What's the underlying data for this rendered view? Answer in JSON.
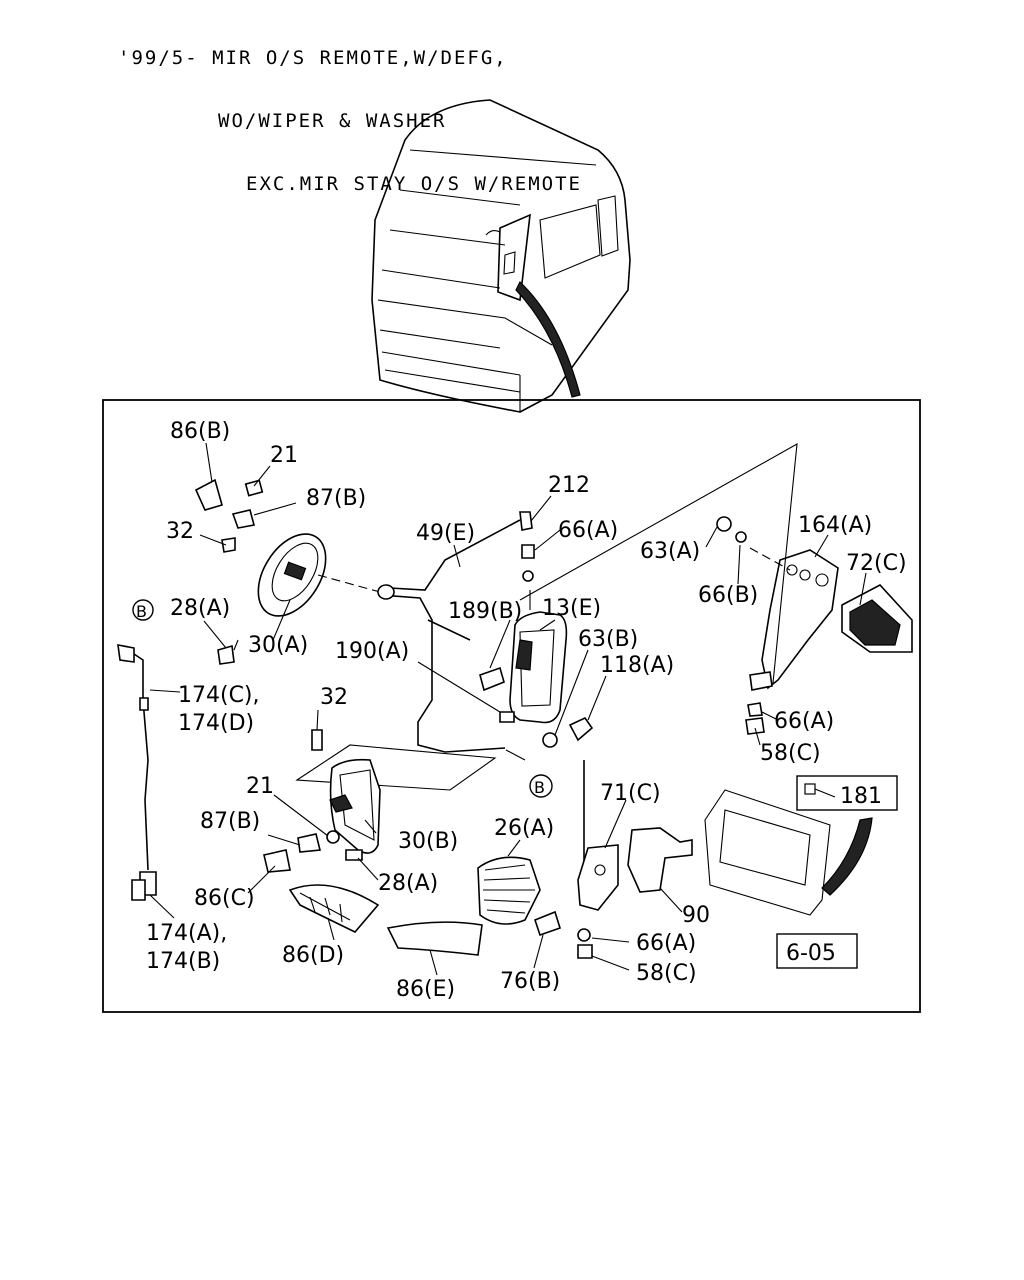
{
  "header": {
    "line1": "'99/5- MIR O/S REMOTE,W/DEFG,",
    "line2": "WO/WIPER & WASHER",
    "line3": "EXC.MIR STAY O/S W/REMOTE"
  },
  "callouts": {
    "c86B": "86(B)",
    "c21a": "21",
    "c87Ba": "87(B)",
    "c32a": "32",
    "c28Aa": "28(A)",
    "c30A": "30(A)",
    "cB1": "B",
    "c174C": "174(C),",
    "c174D": "174(D)",
    "c49E": "49(E)",
    "c212": "212",
    "c66Aa": "66(A)",
    "c63A": "63(A)",
    "c164A": "164(A)",
    "c72C": "72(C)",
    "c66B": "66(B)",
    "c189B": "189(B)",
    "c13E": "13(E)",
    "c190A": "190(A)",
    "c63B": "63(B)",
    "c118A": "118(A)",
    "c66Ab": "66(A)",
    "c58Ca": "58(C)",
    "c32b": "32",
    "cB2": "B",
    "c181": "181",
    "c21b": "21",
    "c87Bb": "87(B)",
    "c30B": "30(B)",
    "c26A": "26(A)",
    "c71C": "71(C)",
    "c28Ab": "28(A)",
    "c86C": "86(C)",
    "c90": "90",
    "c605": "6-05",
    "c174A": "174(A),",
    "c174B": "174(B)",
    "c86D": "86(D)",
    "c66Ac": "66(A)",
    "c58Cb": "58(C)",
    "c86E": "86(E)",
    "c76B": "76(B)"
  }
}
